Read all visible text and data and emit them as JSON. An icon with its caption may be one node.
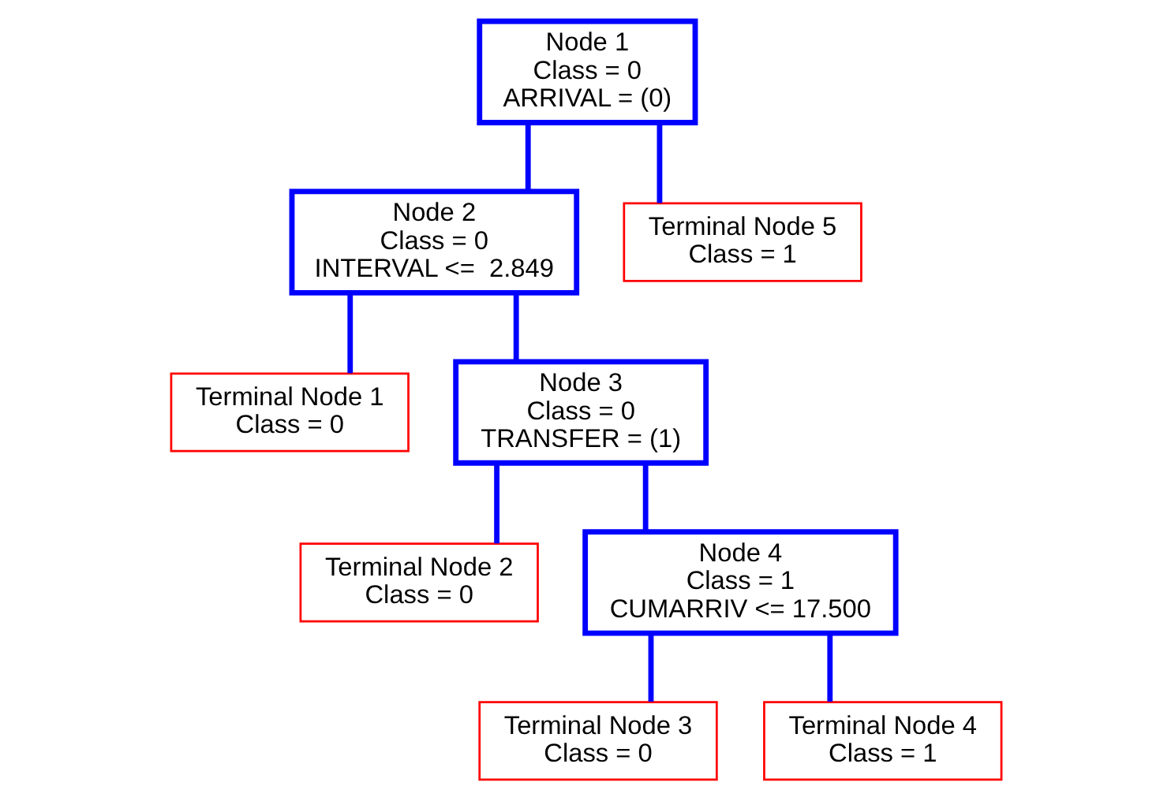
{
  "diagram": {
    "nodes": [
      {
        "text": [
          "Node 1",
          "Class = 0",
          "ARRIVAL = (0)"
        ]
      },
      {
        "text": [
          "Node 2",
          "Class = 0",
          "INTERVAL <=  2.849"
        ]
      },
      {
        "text": [
          "Terminal Node 5",
          "Class = 1"
        ]
      },
      {
        "text": [
          "Terminal Node 1",
          "Class = 0"
        ]
      },
      {
        "text": [
          "Node 3",
          "Class = 0",
          "TRANSFER = (1)"
        ]
      },
      {
        "text": [
          "Terminal Node 2",
          "Class = 0"
        ]
      },
      {
        "text": [
          "Node 4",
          "Class = 1",
          "CUMARRIV <= 17.500"
        ]
      },
      {
        "text": [
          "Terminal Node 3",
          "Class = 0"
        ]
      },
      {
        "text": [
          "Terminal Node 4",
          "Class = 1"
        ]
      }
    ],
    "edges": [
      {
        "from": 0,
        "to": 1,
        "arrow": "none"
      },
      {
        "from": 0,
        "to": 2,
        "arrow": "none"
      },
      {
        "from": 1,
        "to": 3,
        "arrow": "none"
      },
      {
        "from": 1,
        "to": 4,
        "arrow": "none"
      },
      {
        "from": 4,
        "to": 5,
        "arrow": "none"
      },
      {
        "from": 4,
        "to": 6,
        "arrow": "none"
      },
      {
        "from": 6,
        "to": 7,
        "arrow": "none"
      },
      {
        "from": 6,
        "to": 8,
        "arrow": "none"
      }
    ]
  }
}
